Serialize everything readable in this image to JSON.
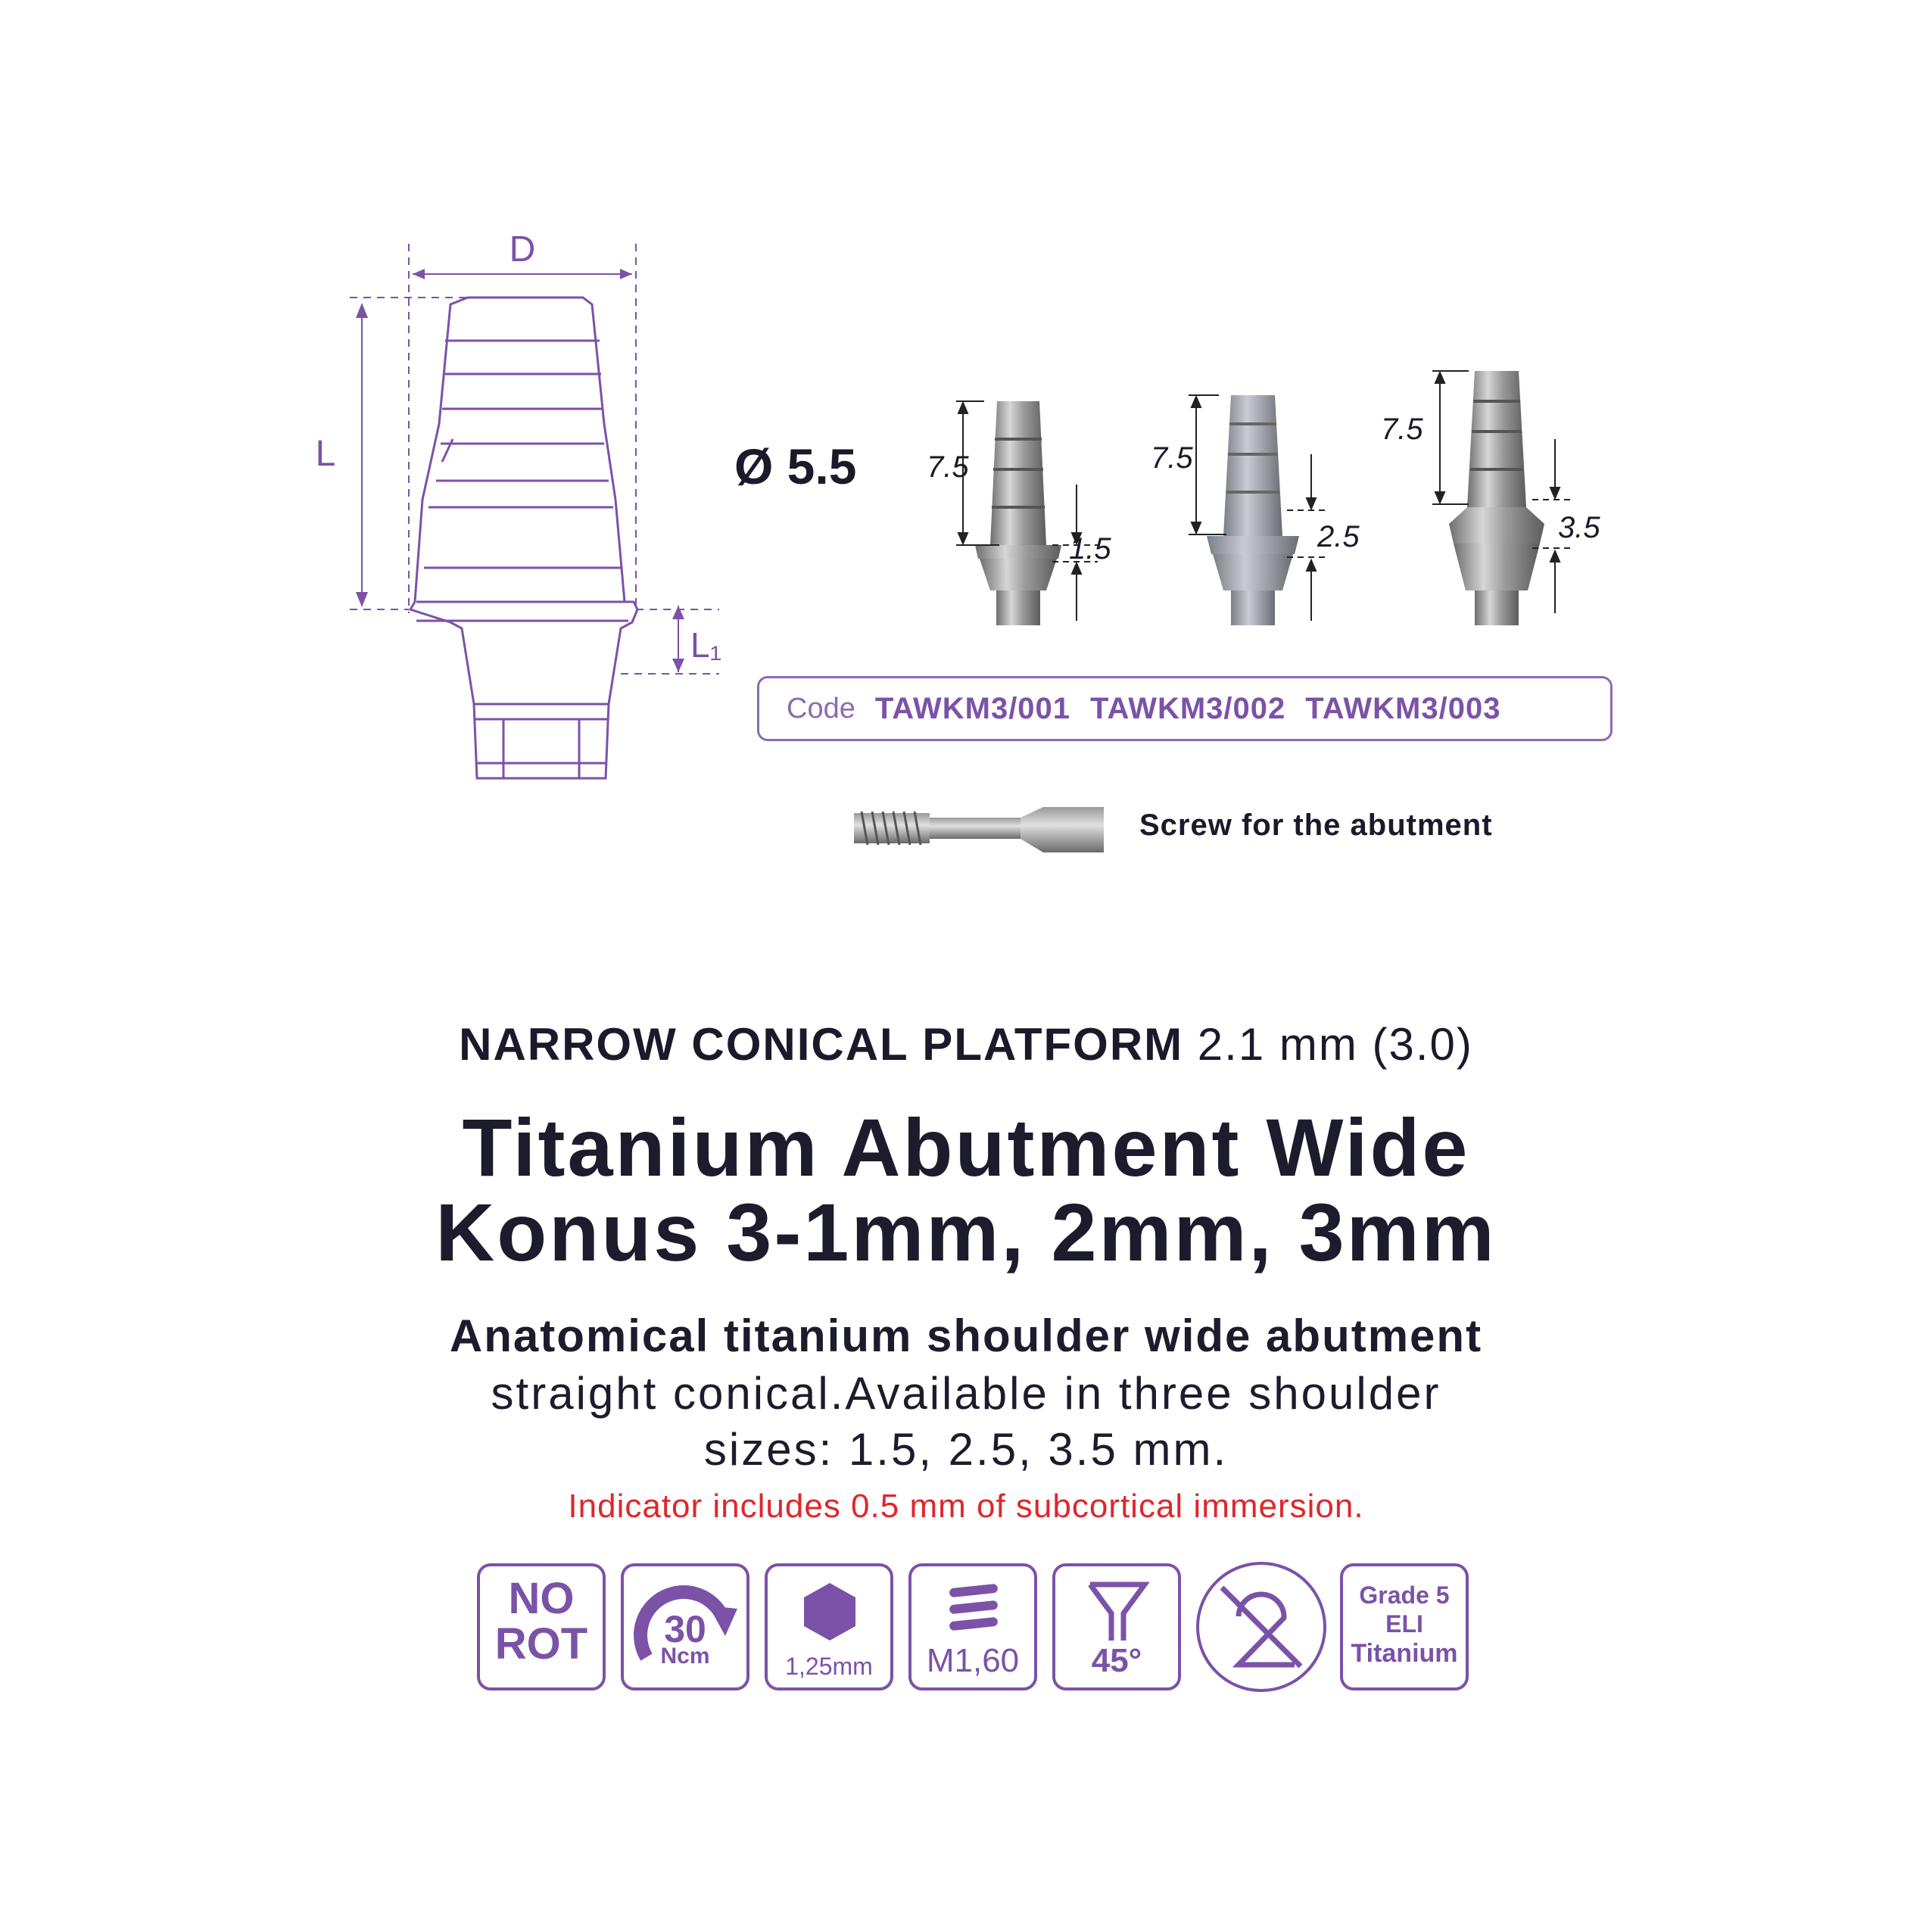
{
  "diagram": {
    "label_d": "D",
    "label_l": "L",
    "label_l1": "L₁"
  },
  "diameter_label": "Ø 5.5",
  "abutments": [
    {
      "height": "7.5",
      "shoulder": "1.5"
    },
    {
      "height": "7.5",
      "shoulder": "2.5"
    },
    {
      "height": "7.5",
      "shoulder": "3.5"
    }
  ],
  "codes": {
    "label": "Code",
    "values": [
      "TAWKM3/001",
      "TAWKM3/002",
      "TAWKM3/003"
    ]
  },
  "screw_label": "Screw for the abutment",
  "platform": {
    "name": "NARROW CONICAL PLATFORM",
    "size": "2.1 mm (3.0)"
  },
  "title": {
    "line1": "Titanium Abutment Wide",
    "line2": "Konus 3-1mm, 2mm, 3mm"
  },
  "description": {
    "strong": "Anatomical titanium shoulder wide abutment",
    "line1": "straight conical.Available in three shoulder",
    "line2": "sizes: 1.5, 2.5, 3.5 mm."
  },
  "note": "Indicator includes 0.5 mm of subcortical immersion.",
  "badges": {
    "norot_line1": "NO",
    "norot_line2": "ROT",
    "torque_value": "30",
    "torque_unit": "Ncm",
    "hex_size": "1,25mm",
    "thread": "M1,60",
    "angle": "45°",
    "grade_line1": "Grade 5",
    "grade_line2": "ELI",
    "grade_line3": "Titanium"
  },
  "colors": {
    "accent": "#7b52a8",
    "text": "#1a1a2a",
    "warning": "#e0262b"
  }
}
